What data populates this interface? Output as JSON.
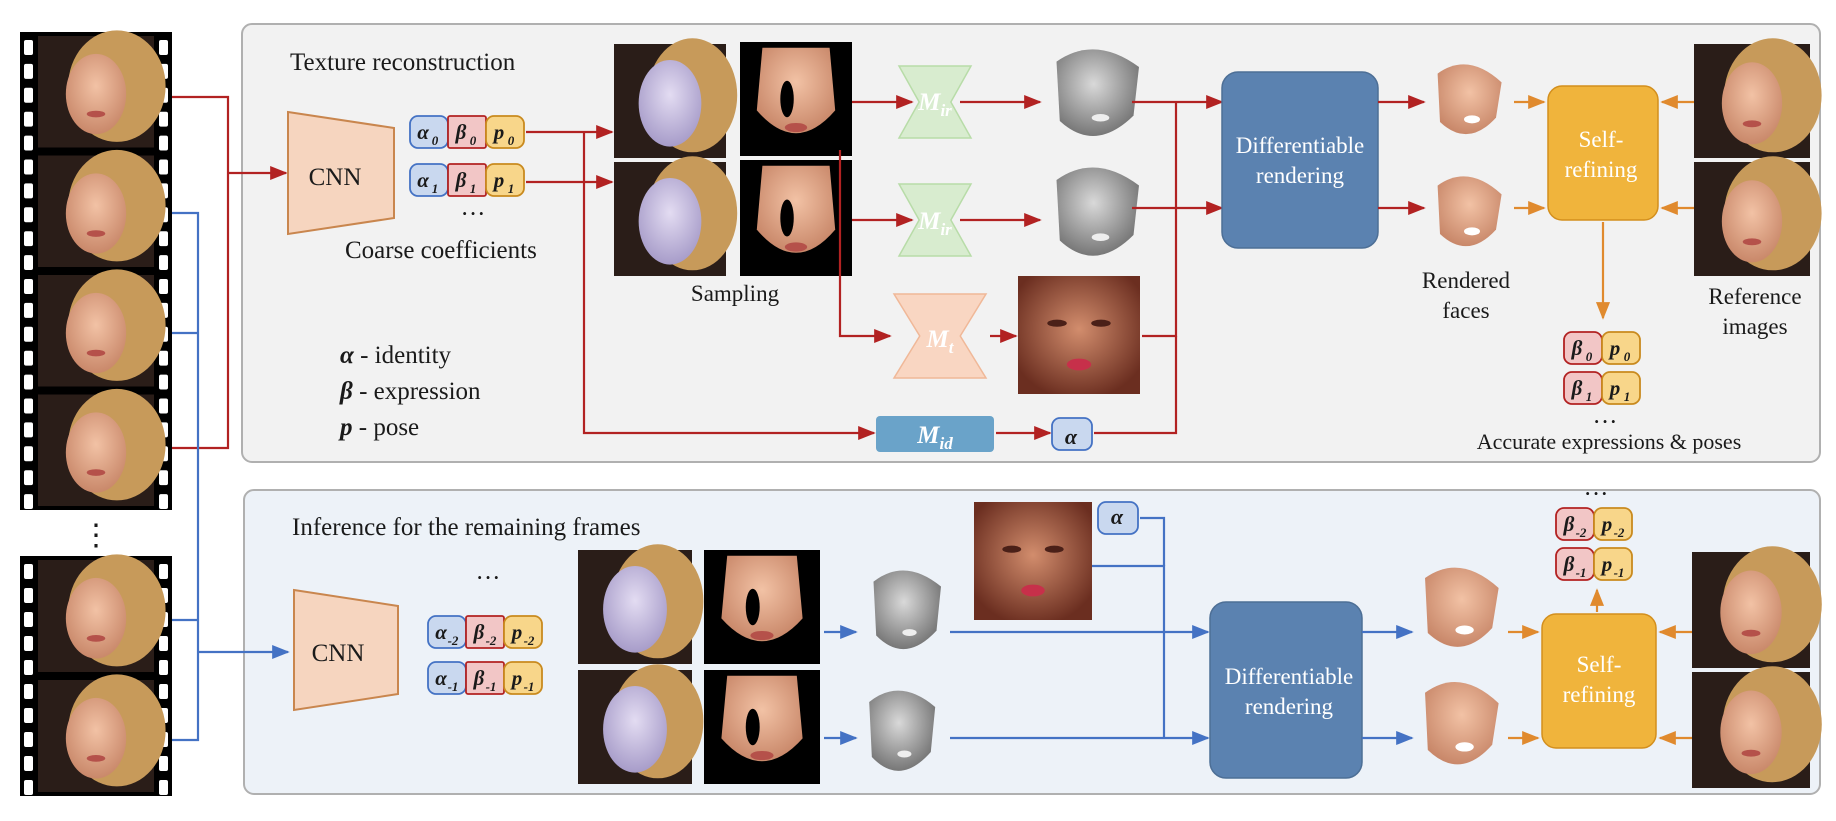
{
  "panel_top": {
    "title": "Texture reconstruction",
    "cnn_label": "CNN",
    "coef_caption": "Coarse coefficients",
    "sampling_caption": "Sampling",
    "render_label_1": "Differentiable",
    "render_label_2": "rendering",
    "rendered_caption_1": "Rendered",
    "rendered_caption_2": "faces",
    "refine_label_1": "Self-",
    "refine_label_2": "refining",
    "reference_caption_1": "Reference",
    "reference_caption_2": "images",
    "accurate_caption": "Accurate expressions & poses",
    "legend": [
      {
        "symbol": "α",
        "text": " - identity"
      },
      {
        "symbol": "β",
        "text": " - expression"
      },
      {
        "symbol": "p",
        "text": " - pose"
      }
    ],
    "modules": {
      "ir": "M",
      "ir_sub": "ir",
      "t": "M",
      "t_sub": "t",
      "id": "M",
      "id_sub": "id"
    },
    "alpha_box": "α",
    "coef_rows": [
      [
        "α",
        "β",
        "p",
        "0"
      ],
      [
        "α",
        "β",
        "p",
        "1"
      ]
    ],
    "refined_rows": [
      [
        "β",
        "p",
        "0"
      ],
      [
        "β",
        "p",
        "1"
      ]
    ]
  },
  "panel_bottom": {
    "title": "Inference for the remaining frames",
    "cnn_label": "CNN",
    "render_label_1": "Differentiable",
    "render_label_2": "rendering",
    "refine_label_1": "Self-",
    "refine_label_2": "refining",
    "alpha_box": "α",
    "coef_rows": [
      [
        "α",
        "β",
        "p",
        "-2"
      ],
      [
        "α",
        "β",
        "p",
        "-1"
      ]
    ],
    "refined_rows": [
      [
        "β",
        "p",
        "-2"
      ],
      [
        "β",
        "p",
        "-1"
      ]
    ]
  },
  "ellipsis": "···",
  "vdots": "⋮",
  "colors": {
    "red_arrow": "#b22222",
    "blue_arrow": "#4472c4",
    "orange_arrow": "#e08a2e",
    "render_box": "#5b82b0",
    "refine_box": "#f0b43c",
    "cnn_fill": "#f6d5bf",
    "panel_top_bg": "#f2f2f2",
    "panel_bottom_bg": "#edf2f8"
  }
}
